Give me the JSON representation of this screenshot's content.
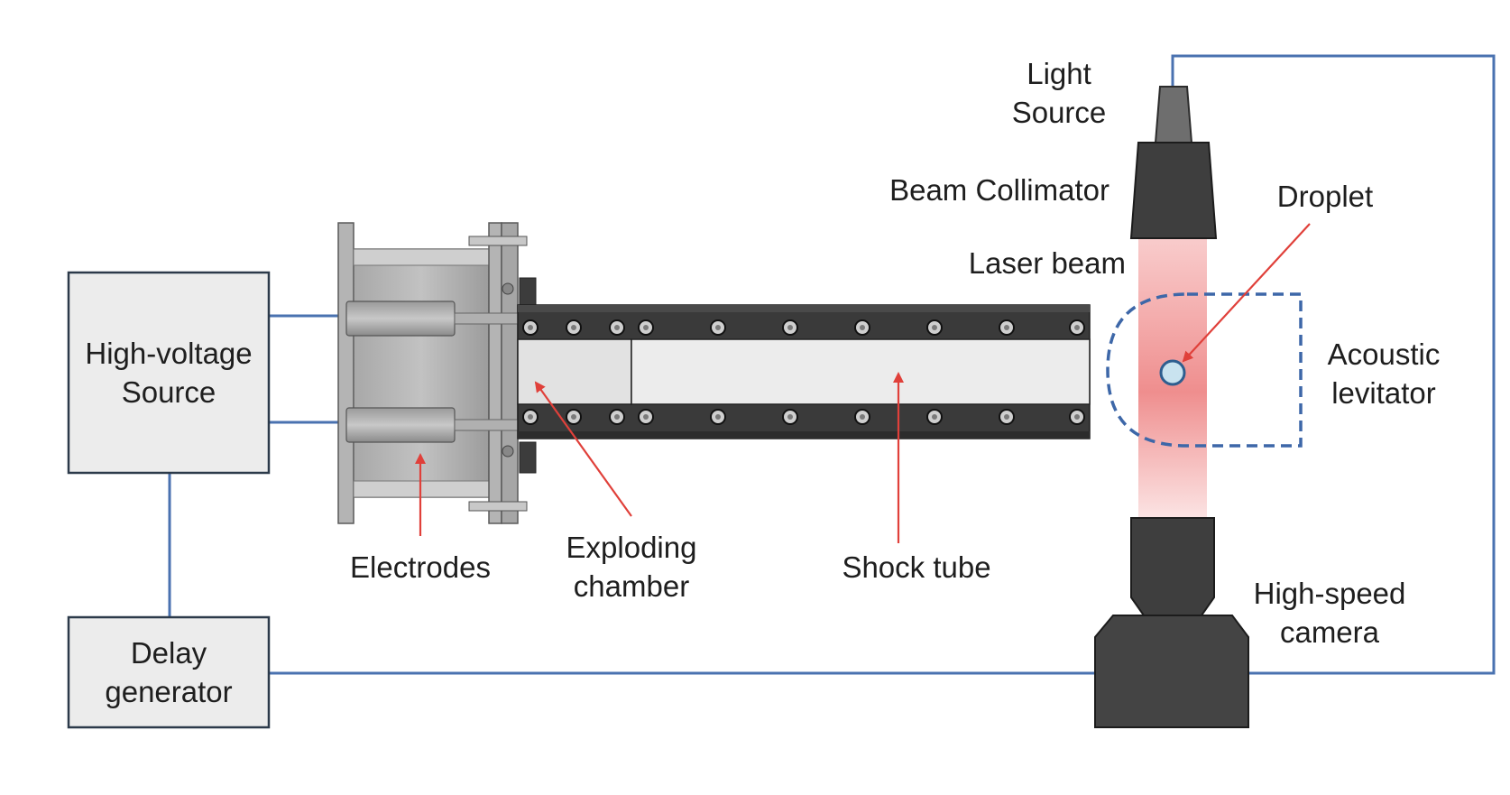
{
  "components": {
    "high_voltage_source": {
      "lines": [
        "High-voltage",
        "Source"
      ]
    },
    "delay_generator": {
      "lines": [
        "Delay",
        "generator"
      ]
    }
  },
  "labels": {
    "light_source": [
      "Light",
      "Source"
    ],
    "beam_collimator": "Beam Collimator",
    "laser_beam": "Laser beam",
    "droplet": "Droplet",
    "acoustic_levitator": [
      "Acoustic",
      "levitator"
    ],
    "high_speed_camera": [
      "High-speed",
      "camera"
    ],
    "electrodes": "Electrodes",
    "exploding_chamber": [
      "Exploding",
      "chamber"
    ],
    "shock_tube": "Shock tube"
  },
  "colors": {
    "signal_line": "#4a72b0",
    "arrow": "#e0403a",
    "laser": "#f08a8a",
    "dark_metal": "#3b3b3b",
    "box_fill": "#ececec"
  }
}
